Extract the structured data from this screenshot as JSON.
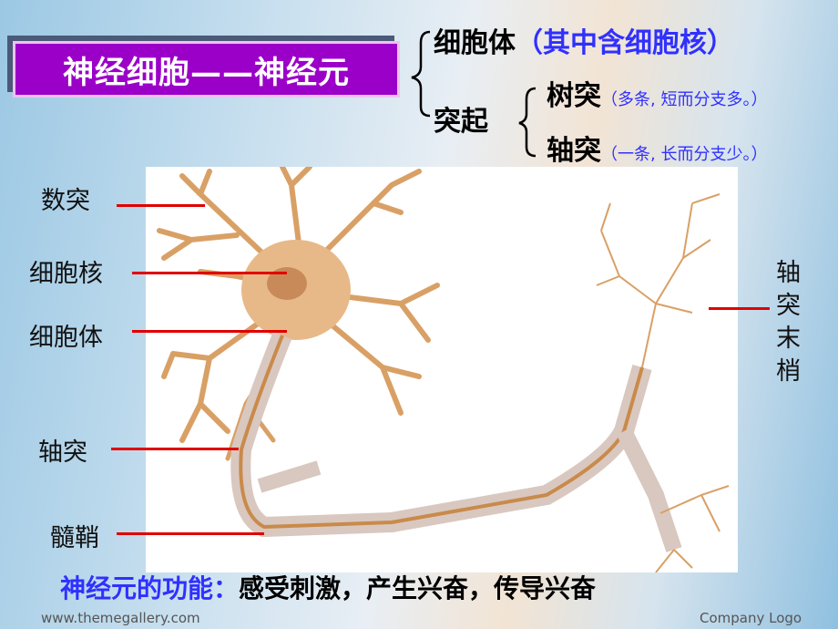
{
  "title": "神经细胞——神经元",
  "tree": {
    "soma": "细胞体",
    "soma_note": "（其中含细胞核）",
    "process": "突起",
    "dendrite": "树突",
    "dendrite_note": "（多条, 短而分支多。）",
    "axon": "轴突",
    "axon_note": "（一条, 长而分支少。）"
  },
  "labels": {
    "dendrite": "数突",
    "nucleus": "细胞核",
    "cell_body": "细胞体",
    "axon": "轴突",
    "myelin": "髓鞘",
    "axon_terminal": "轴突末梢"
  },
  "function": {
    "label": "神经元的功能：",
    "text": "感受刺激，产生兴奋，传导兴奋"
  },
  "footer": {
    "url": "www.themegallery.com",
    "logo": "Company Logo"
  },
  "colors": {
    "title_bg": "#9b00c8",
    "accent_blue": "#3030ff",
    "pointer": "#e00000",
    "neuron": "#d9a066"
  }
}
